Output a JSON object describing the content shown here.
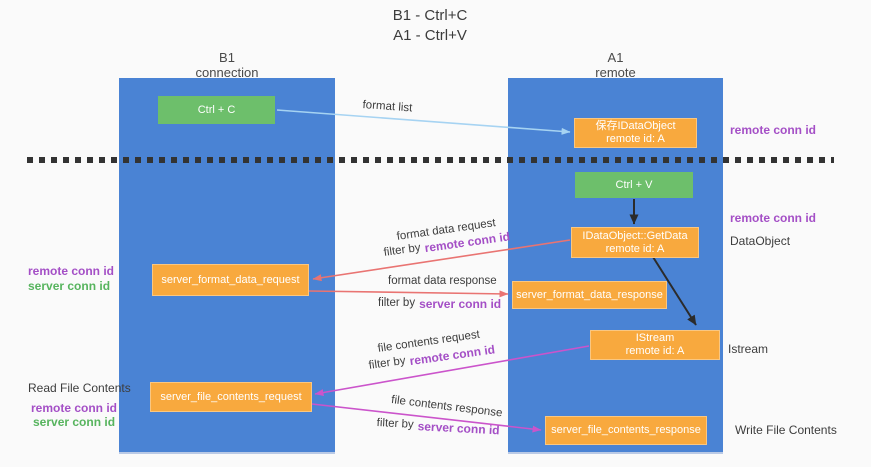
{
  "title": {
    "line1": "B1 - Ctrl+C",
    "line2": "A1 - Ctrl+V"
  },
  "colors": {
    "lane": "#4a83d4",
    "green_box": "#6dbf6b",
    "orange_box": "#f8a93e",
    "arrow_blue": "#a6d3f2",
    "arrow_red": "#e97472",
    "arrow_magenta": "#cb54cb",
    "arrow_black": "#2b2b2b",
    "text_purple": "#a44fc6",
    "text_green": "#57b45e"
  },
  "lanes": {
    "b1": {
      "name": "B1",
      "subtitle": "connection"
    },
    "a1": {
      "name": "A1",
      "subtitle": "remote"
    }
  },
  "nodes": {
    "ctrl_c": {
      "label": "Ctrl + C"
    },
    "save_dataobject": {
      "line1": "保存IDataObject",
      "line2": "remote id: A"
    },
    "ctrl_v": {
      "label": "Ctrl + V"
    },
    "getdata": {
      "line1": "IDataObject::GetData",
      "line2": "remote id: A"
    },
    "istream": {
      "line1": "IStream",
      "line2": "remote id: A"
    },
    "format_request": {
      "label": "server_format_data_request"
    },
    "format_response": {
      "label": "server_format_data_response"
    },
    "file_request": {
      "label": "server_file_contents_request"
    },
    "file_response": {
      "label": "server_file_contents_response"
    }
  },
  "arrow_labels": {
    "format_list": "format list",
    "format_data_request": "format data request",
    "format_data_response": "format data response",
    "file_contents_request": "file contents request",
    "file_contents_response": "file contents response",
    "filter_by": "filter by",
    "remote_conn_id": "remote conn id",
    "server_conn_id": "server conn id"
  },
  "side_labels": {
    "remote_conn_id": "remote conn id",
    "server_conn_id": "server conn id",
    "dataobject": "DataObject",
    "istream": "Istream",
    "read_file_contents": "Read File Contents",
    "write_file_contents": "Write File Contents"
  }
}
